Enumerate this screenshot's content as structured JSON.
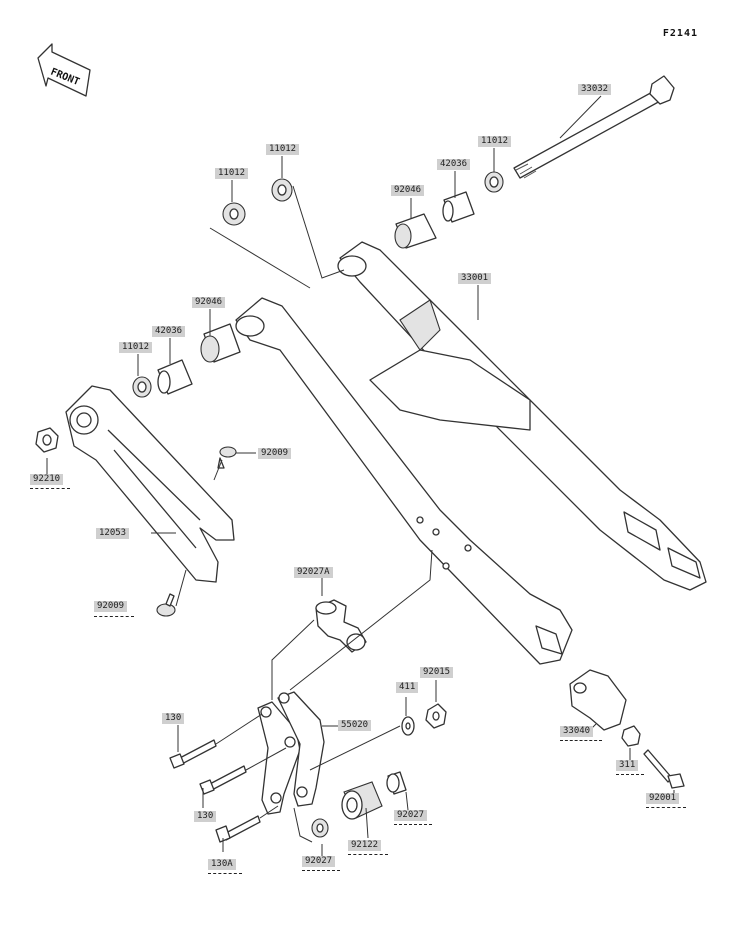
{
  "figure_code": "F2141",
  "front_label": "FRONT",
  "parts": {
    "p33032": "33032",
    "p11012_a": "11012",
    "p11012_b": "11012",
    "p11012_c": "11012",
    "p11012_d": "11012",
    "p42036_a": "42036",
    "p42036_b": "42036",
    "p92046_a": "92046",
    "p92046_b": "92046",
    "p33001": "33001",
    "p92210": "92210",
    "p92009_a": "92009",
    "p92009_b": "92009",
    "p12053": "12053",
    "p92027A": "92027A",
    "p411": "411",
    "p92015": "92015",
    "p130_a": "130",
    "p130_b": "130",
    "p130A": "130A",
    "p55020": "55020",
    "p92027_a": "92027",
    "p92027_b": "92027",
    "p92122": "92122",
    "p33040": "33040",
    "p311": "311",
    "p92001": "92001"
  }
}
